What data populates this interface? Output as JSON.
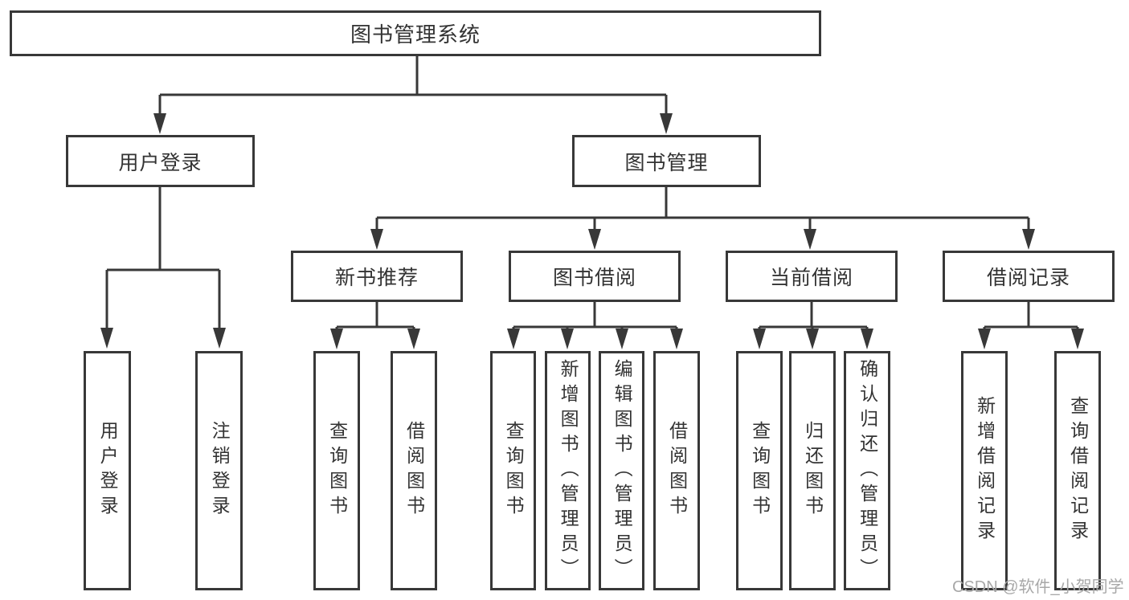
{
  "diagram": {
    "watermark": "CSDN @软件_小贺同学",
    "colors": {
      "line": "#383838",
      "text": "#333333",
      "watermark": "#a8a8a8",
      "background": "#ffffff"
    },
    "tree": {
      "label": "图书管理系统",
      "children": [
        {
          "label": "用户登录",
          "children": [
            {
              "label": "用户登录"
            },
            {
              "label": "注销登录"
            }
          ]
        },
        {
          "label": "图书管理",
          "children": [
            {
              "label": "新书推荐",
              "children": [
                {
                  "label": "查询图书"
                },
                {
                  "label": "借阅图书"
                }
              ]
            },
            {
              "label": "图书借阅",
              "children": [
                {
                  "label": "查询图书"
                },
                {
                  "label": "新增图书（管理员）"
                },
                {
                  "label": "编辑图书（管理员）"
                },
                {
                  "label": "借阅图书"
                }
              ]
            },
            {
              "label": "当前借阅",
              "children": [
                {
                  "label": "查询图书"
                },
                {
                  "label": "归还图书"
                },
                {
                  "label": "确认归还（管理员）"
                }
              ]
            },
            {
              "label": "借阅记录",
              "children": [
                {
                  "label": "新增借阅记录"
                },
                {
                  "label": "查询借阅记录"
                }
              ]
            }
          ]
        }
      ]
    }
  }
}
